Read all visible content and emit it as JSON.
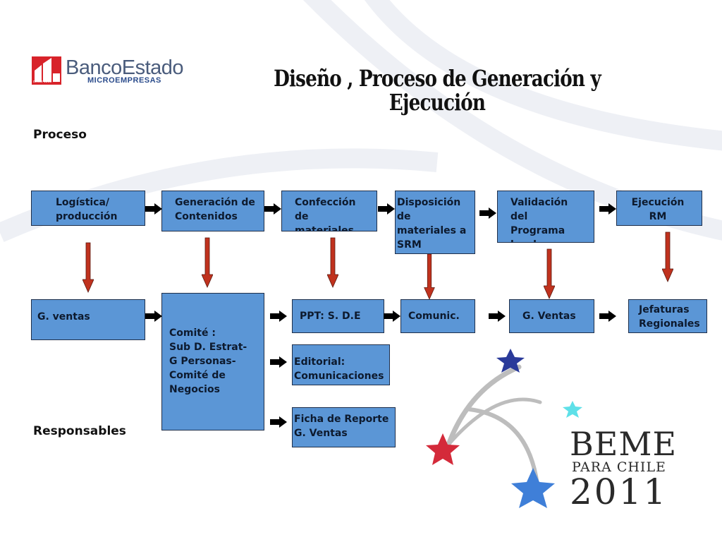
{
  "logo": {
    "brand": "BancoEstado",
    "sub": "MICROEMPRESAS",
    "tag": "desde 1855"
  },
  "title": {
    "line1": "Diseño , Proceso de Generación y",
    "line2": "Ejecución"
  },
  "labels": {
    "proceso": "Proceso",
    "responsables": "Responsables"
  },
  "process": [
    "Logística/\nproducción",
    "Generación de\nContenidos",
    "Confección de\nmateriales",
    "Disposición\nde\nmateriales a\nSRM",
    "Validación del\nPrograma\nlocal",
    "Ejecución\nRM"
  ],
  "responsables": {
    "ventas": "G. ventas",
    "comite": "Comité :\nSub D. Estrat-\nG Personas-\nComité de\nNegocios",
    "ppt": "PPT: S. D.E",
    "comunic": "Comunic.",
    "g_ventas": "G. Ventas",
    "jefaturas": "Jefaturas\nRegionales",
    "editorial": "Editorial:\nComunicaciones",
    "ficha": "Ficha de Reporte\nG. Ventas"
  },
  "beme": {
    "word": "BEME",
    "sub": "PARA CHILE",
    "year": "2011"
  },
  "colors": {
    "box": "#5b96d6",
    "arrow_down": "#c0321e",
    "arrow_right": "#000000",
    "star_red": "#d42a3a",
    "star_blue": "#3f7fd8",
    "star_navy": "#2a3a9a",
    "star_cyan": "#5ee0e8"
  }
}
